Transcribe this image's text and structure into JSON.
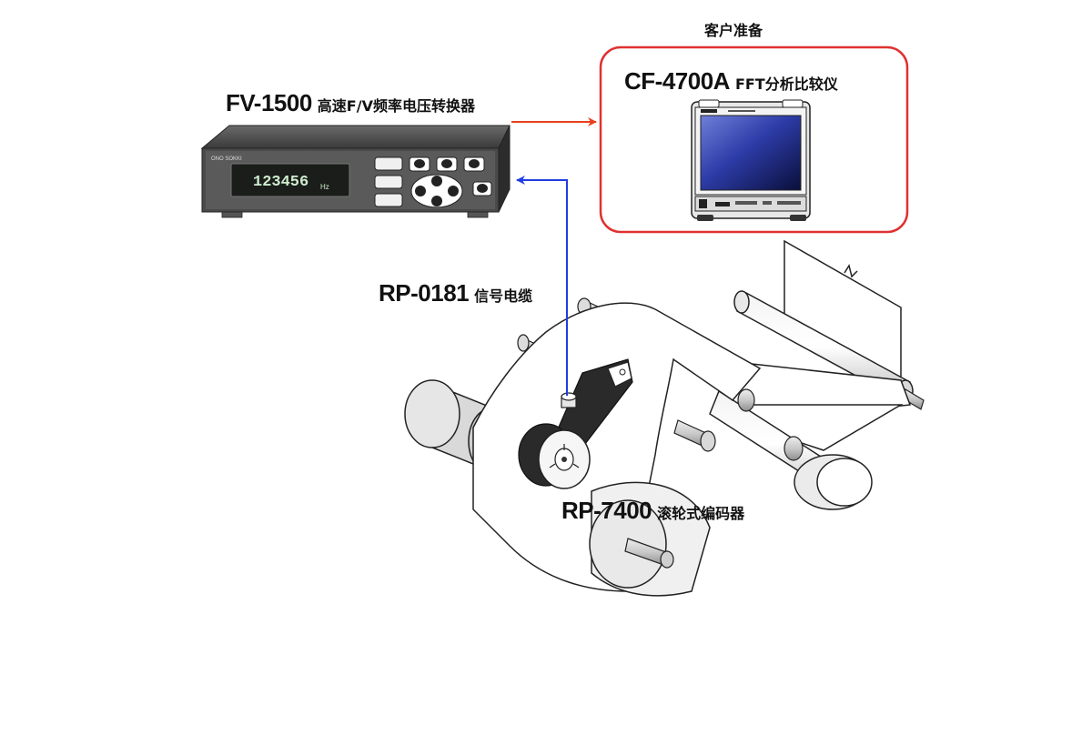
{
  "labels": {
    "customer_note": "客户准备",
    "analyzer": {
      "model": "CF-4700A",
      "desc": "FFT分析比较仪"
    },
    "converter": {
      "model": "FV-1500",
      "desc": "高速F/V频率电压转换器"
    },
    "cable": {
      "model": "RP-0181",
      "desc": "信号电缆"
    },
    "encoder": {
      "model": "RP-7400",
      "desc": "滚轮式编码器"
    }
  },
  "converter_panel": {
    "display_value": "123456",
    "display_unit": "Hz",
    "brand": "ONO SOKKI"
  },
  "colors": {
    "output_arrow": "#e8401c",
    "signal_cable": "#1f3de0",
    "customer_box_border": "#e03131"
  }
}
